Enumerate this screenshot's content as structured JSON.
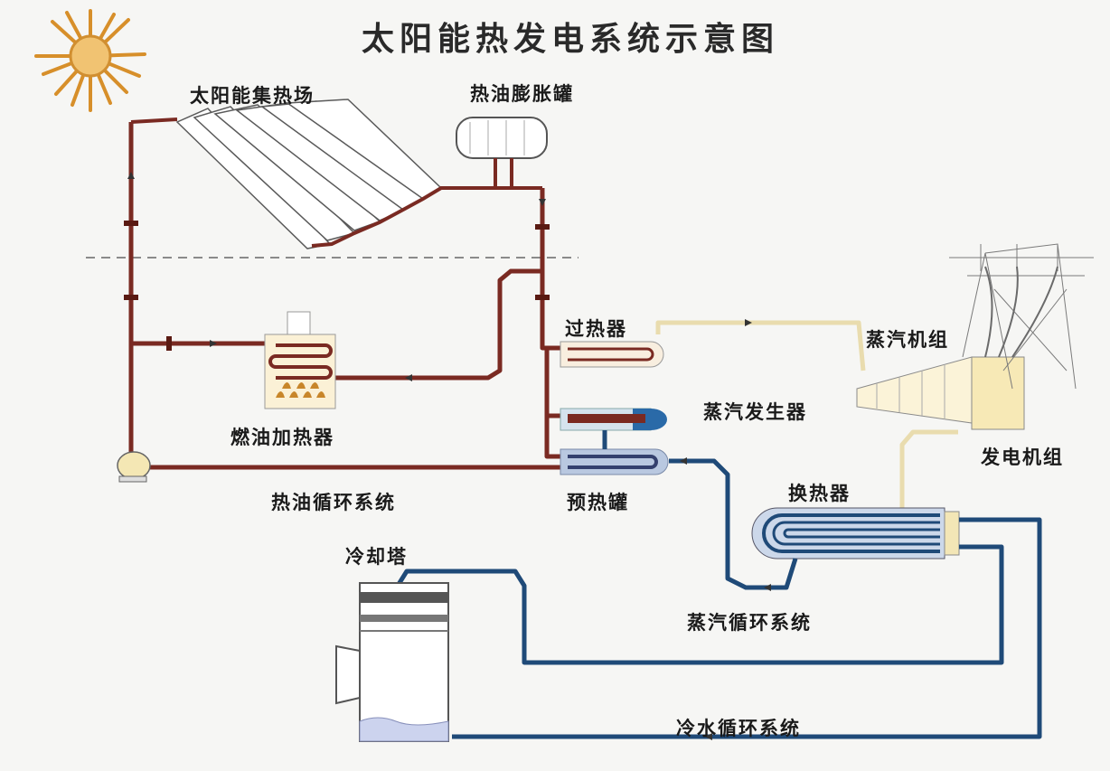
{
  "title": "太阳能热发电系统示意图",
  "labels": {
    "collector_field": "太阳能集热场",
    "expansion_tank": "热油膨胀罐",
    "superheater": "过热器",
    "steam_generator": "蒸汽发生器",
    "preheater": "预热罐",
    "oil_heater": "燃油加热器",
    "oil_loop": "热油循环系统",
    "turbine": "蒸汽机组",
    "generator": "发电机组",
    "heat_exchanger": "换热器",
    "steam_loop": "蒸汽循环系统",
    "cooling_tower": "冷却塔",
    "cold_water_loop": "冷水循环系统"
  },
  "colors": {
    "oil_pipe": "#7a2a22",
    "steam_pipe": "#e8dcb0",
    "water_pipe": "#1f4a78",
    "sun": "#e3a43a"
  }
}
